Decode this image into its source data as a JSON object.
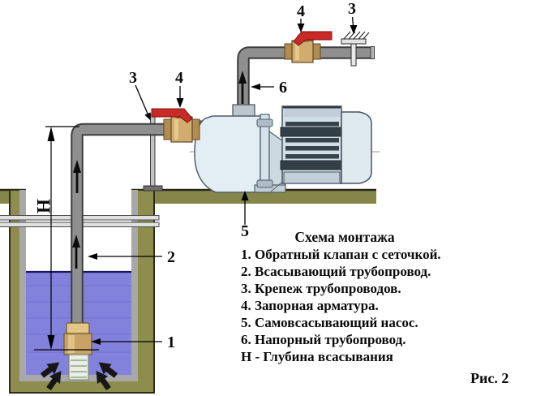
{
  "figure": {
    "callouts": {
      "check_valve": "1",
      "suction_pipe": "2",
      "support_lower": "3",
      "valve_lower": "4",
      "pump": "5",
      "discharge_pipe": "6",
      "support_upper": "3",
      "valve_upper": "4",
      "depth": "Н"
    },
    "legend": {
      "title": "Схема монтажа",
      "items": [
        "1. Обратный клапан с сеточкой.",
        "2. Всасывающий трубопровод.",
        "3. Крепеж трубопроводов.",
        "4. Запорная арматура.",
        "5. Самовсасывающий насос.",
        "6. Напорный трубопровод.",
        "Н - Глубина всасывания"
      ],
      "caption": "Рис. 2"
    },
    "colors": {
      "water": "#8282dd",
      "ground": "#86864a",
      "pipe": "#8f8f8f",
      "valve_handle_red": "#c92a26",
      "brass": "#cda767",
      "pump_body": "#e3edf4"
    }
  }
}
